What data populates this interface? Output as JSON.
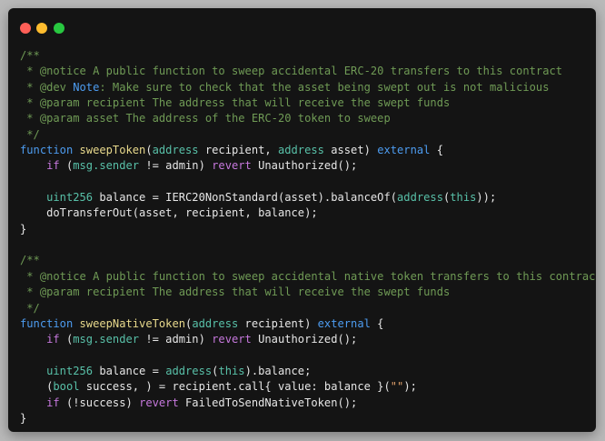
{
  "window": {
    "controls": [
      "close",
      "minimize",
      "maximize"
    ]
  },
  "code": {
    "language": "solidity",
    "lines": [
      [
        [
          "com",
          "/**"
        ]
      ],
      [
        [
          "com",
          " * @notice A public function to sweep accidental ERC-20 transfers to this contract"
        ]
      ],
      [
        [
          "com",
          " * @dev "
        ],
        [
          "kw",
          "Note"
        ],
        [
          "com",
          ": Make sure to check that the asset being swept out is not malicious"
        ]
      ],
      [
        [
          "com",
          " * @param recipient The address that will receive the swept funds"
        ]
      ],
      [
        [
          "com",
          " * @param asset The address of the ERC-20 token to sweep"
        ]
      ],
      [
        [
          "com",
          " */"
        ]
      ],
      [
        [
          "kw",
          "function "
        ],
        [
          "fn",
          "sweepToken"
        ],
        [
          "txt",
          "("
        ],
        [
          "ty",
          "address"
        ],
        [
          "txt",
          " recipient, "
        ],
        [
          "ty",
          "address"
        ],
        [
          "txt",
          " asset) "
        ],
        [
          "kw",
          "external"
        ],
        [
          "txt",
          " {"
        ]
      ],
      [
        [
          "txt",
          "    "
        ],
        [
          "pk",
          "if"
        ],
        [
          "txt",
          " ("
        ],
        [
          "ty",
          "msg.sender"
        ],
        [
          "txt",
          " != admin) "
        ],
        [
          "pk",
          "revert"
        ],
        [
          "txt",
          " Unauthorized();"
        ]
      ],
      [
        [
          "txt",
          ""
        ]
      ],
      [
        [
          "txt",
          "    "
        ],
        [
          "ty",
          "uint256"
        ],
        [
          "txt",
          " balance = IERC20NonStandard(asset).balanceOf("
        ],
        [
          "ty",
          "address"
        ],
        [
          "txt",
          "("
        ],
        [
          "ty",
          "this"
        ],
        [
          "txt",
          "));"
        ]
      ],
      [
        [
          "txt",
          "    doTransferOut(asset, recipient, balance);"
        ]
      ],
      [
        [
          "txt",
          "}"
        ]
      ],
      [
        [
          "txt",
          ""
        ]
      ],
      [
        [
          "com",
          "/**"
        ]
      ],
      [
        [
          "com",
          " * @notice A public function to sweep accidental native token transfers to this contract"
        ]
      ],
      [
        [
          "com",
          " * @param recipient The address that will receive the swept funds"
        ]
      ],
      [
        [
          "com",
          " */"
        ]
      ],
      [
        [
          "kw",
          "function "
        ],
        [
          "fn",
          "sweepNativeToken"
        ],
        [
          "txt",
          "("
        ],
        [
          "ty",
          "address"
        ],
        [
          "txt",
          " recipient) "
        ],
        [
          "kw",
          "external"
        ],
        [
          "txt",
          " {"
        ]
      ],
      [
        [
          "txt",
          "    "
        ],
        [
          "pk",
          "if"
        ],
        [
          "txt",
          " ("
        ],
        [
          "ty",
          "msg.sender"
        ],
        [
          "txt",
          " != admin) "
        ],
        [
          "pk",
          "revert"
        ],
        [
          "txt",
          " Unauthorized();"
        ]
      ],
      [
        [
          "txt",
          ""
        ]
      ],
      [
        [
          "txt",
          "    "
        ],
        [
          "ty",
          "uint256"
        ],
        [
          "txt",
          " balance = "
        ],
        [
          "ty",
          "address"
        ],
        [
          "txt",
          "("
        ],
        [
          "ty",
          "this"
        ],
        [
          "txt",
          ").balance;"
        ]
      ],
      [
        [
          "txt",
          "    ("
        ],
        [
          "ty",
          "bool"
        ],
        [
          "txt",
          " success, ) = recipient.call{ value: balance }("
        ],
        [
          "str",
          "\"\""
        ],
        [
          "txt",
          ");"
        ]
      ],
      [
        [
          "txt",
          "    "
        ],
        [
          "pk",
          "if"
        ],
        [
          "txt",
          " (!success) "
        ],
        [
          "pk",
          "revert"
        ],
        [
          "txt",
          " FailedToSendNativeToken();"
        ]
      ],
      [
        [
          "txt",
          "}"
        ]
      ]
    ]
  }
}
